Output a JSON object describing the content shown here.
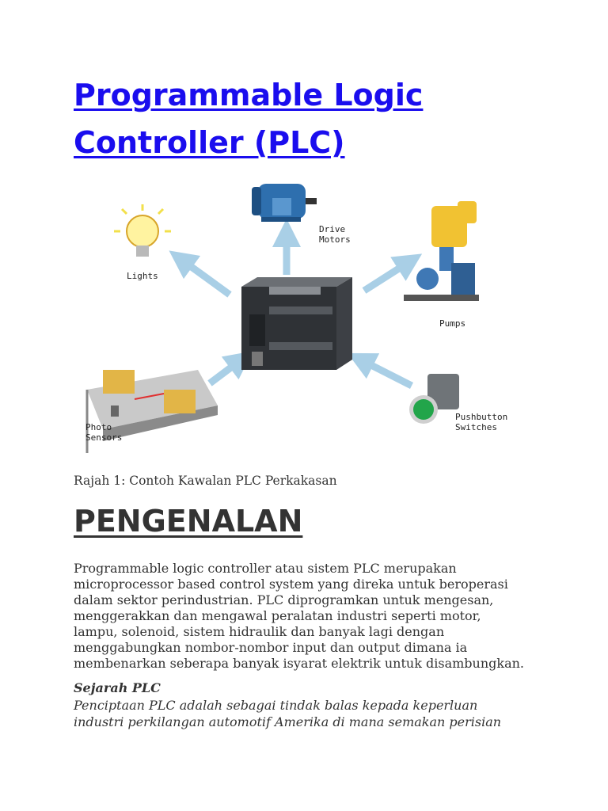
{
  "title_line1": "Programmable Logic ",
  "title_line2": "Controller (PLC)",
  "figure": {
    "labels": {
      "drive_motors_1": "Drive",
      "drive_motors_2": "Motors",
      "lights": "Lights",
      "pumps": "Pumps",
      "photo_sensors_1": "Photo",
      "photo_sensors_2": "Sensors",
      "pushbutton_1": "Pushbutton",
      "pushbutton_2": "Switches"
    }
  },
  "caption": "Rajah 1: Contoh Kawalan PLC Perkakasan",
  "heading": "PENGENALAN",
  "paragraph": [
    "Programmable logic controller atau sistem PLC merupakan",
    "microprocessor based control system yang direka untuk beroperasi",
    "dalam sektor perindustrian. PLC diprogramkan untuk mengesan,",
    "menggerakkan dan mengawal peralatan industri seperti motor,",
    "lampu, solenoid, sistem hidraulik dan banyak lagi dengan",
    "menggabungkan nombor-nombor input dan output dimana ia",
    "membenarkan seberapa banyak isyarat elektrik untuk disambungkan."
  ],
  "subheading": "Sejarah PLC",
  "history": [
    "Penciptaan PLC adalah sebagai tindak balas kepada keperluan",
    "industri perkilangan automotif Amerika di mana semakan perisian"
  ],
  "colors": {
    "link": "#1a0dee",
    "text": "#333333",
    "arrow": "#a9cfe6"
  }
}
